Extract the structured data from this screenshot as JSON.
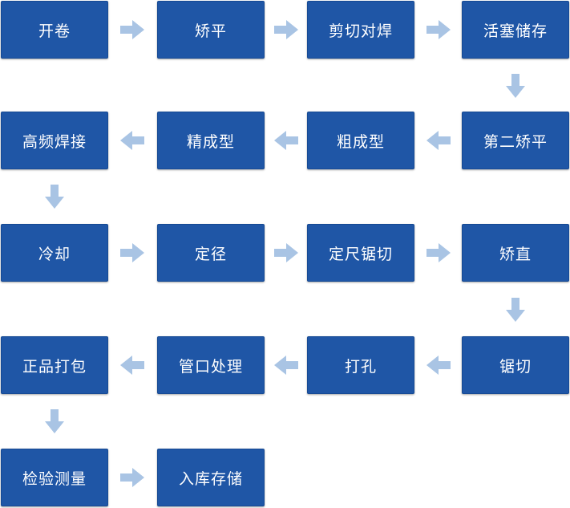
{
  "colors": {
    "box_fill": "#1f56a6",
    "box_text": "#ffffff",
    "arrow": "#a9c4e4"
  },
  "steps": [
    "开卷",
    "矫平",
    "剪切对焊",
    "活塞储存",
    "第二矫平",
    "粗成型",
    "精成型",
    "高频焊接",
    "冷却",
    "定径",
    "定尺锯切",
    "矫直",
    "锯切",
    "打孔",
    "管口处理",
    "正品打包",
    "检验测量",
    "入库存储"
  ],
  "connections": [
    {
      "from": 0,
      "to": 1,
      "direction": "right"
    },
    {
      "from": 1,
      "to": 2,
      "direction": "right"
    },
    {
      "from": 2,
      "to": 3,
      "direction": "right"
    },
    {
      "from": 3,
      "to": 4,
      "direction": "down"
    },
    {
      "from": 4,
      "to": 5,
      "direction": "left"
    },
    {
      "from": 5,
      "to": 6,
      "direction": "left"
    },
    {
      "from": 6,
      "to": 7,
      "direction": "left"
    },
    {
      "from": 7,
      "to": 8,
      "direction": "down"
    },
    {
      "from": 8,
      "to": 9,
      "direction": "right"
    },
    {
      "from": 9,
      "to": 10,
      "direction": "right"
    },
    {
      "from": 10,
      "to": 11,
      "direction": "right"
    },
    {
      "from": 11,
      "to": 12,
      "direction": "down"
    },
    {
      "from": 12,
      "to": 13,
      "direction": "left"
    },
    {
      "from": 13,
      "to": 14,
      "direction": "left"
    },
    {
      "from": 14,
      "to": 15,
      "direction": "left"
    },
    {
      "from": 15,
      "to": 16,
      "direction": "down"
    },
    {
      "from": 16,
      "to": 17,
      "direction": "right"
    }
  ]
}
